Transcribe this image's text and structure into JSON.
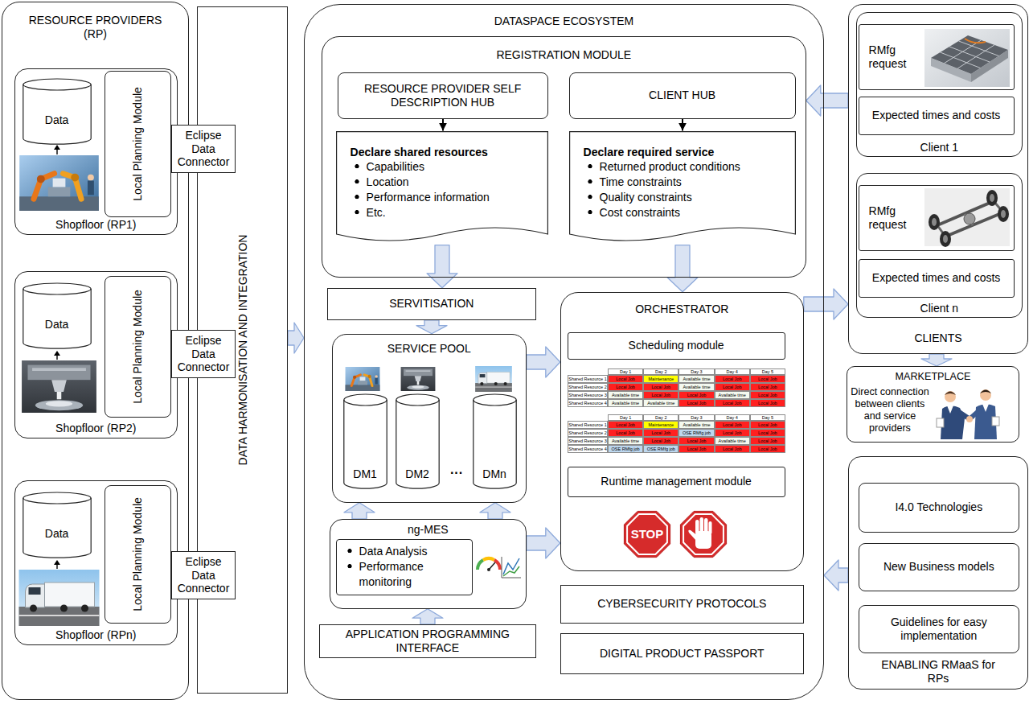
{
  "diagram": {
    "nodes": [
      {
        "text": [
          "RESOURCE PROVIDERS (RP)"
        ]
      },
      {
        "text": [
          "Shopfloor (RP1)"
        ],
        "in": 0
      },
      {
        "text": [
          "Data"
        ],
        "in": 1
      },
      {
        "text": [
          "Local Planning Module"
        ],
        "in": 1
      },
      {
        "text": [
          "Eclipse Data Connector"
        ]
      },
      {
        "text": [
          "Shopfloor (RP2)"
        ],
        "in": 0
      },
      {
        "text": [
          "Data"
        ],
        "in": 5
      },
      {
        "text": [
          "Local Planning Module"
        ],
        "in": 5
      },
      {
        "text": [
          "Eclipse Data Connector"
        ]
      },
      {
        "text": [
          "Shopfloor (RPn)"
        ],
        "in": 0
      },
      {
        "text": [
          "Data"
        ],
        "in": 9
      },
      {
        "text": [
          "Local Planning Module"
        ],
        "in": 9
      },
      {
        "text": [
          "Eclipse Data Connector"
        ]
      },
      {
        "text": [
          "DATA HARMONISATION AND INTEGRATION"
        ]
      },
      {
        "text": [
          "DATASPACE ECOSYSTEM"
        ]
      },
      {
        "text": [
          "REGISTRATION MODULE"
        ],
        "in": 14
      },
      {
        "text": [
          "RESOURCE PROVIDER SELF DESCRIPTION HUB"
        ],
        "in": 15
      },
      {
        "text": [
          "CLIENT HUB"
        ],
        "in": 15
      },
      {
        "text": [
          "Declare shared resources",
          "Capabilities",
          "Location",
          "Performance information",
          "Etc."
        ],
        "in": 15
      },
      {
        "text": [
          "Declare required service",
          "Returned product conditions",
          "Time constraints",
          "Quality constraints",
          "Cost constraints"
        ],
        "in": 15
      },
      {
        "text": [
          "SERVITISATION"
        ],
        "in": 14
      },
      {
        "text": [
          "SERVICE POOL"
        ],
        "in": 14
      },
      {
        "text": [
          "DM1"
        ],
        "in": 21
      },
      {
        "text": [
          "DM2"
        ],
        "in": 21
      },
      {
        "text": [
          "DMn"
        ],
        "in": 21
      },
      {
        "text": [
          "ORCHESTRATOR"
        ],
        "in": 14
      },
      {
        "text": [
          "Scheduling module"
        ],
        "in": 25
      },
      {
        "text": [
          "Runtime management module"
        ],
        "in": 25
      },
      {
        "text": [
          "ng-MES"
        ],
        "in": 14
      },
      {
        "text": [
          "Data Analysis",
          "Performance monitoring"
        ],
        "in": 28
      },
      {
        "text": [
          "APPLICATION PROGRAMMING INTERFACE"
        ],
        "in": 14
      },
      {
        "text": [
          "CYBERSECURITY PROTOCOLS"
        ],
        "in": 14
      },
      {
        "text": [
          "DIGITAL PRODUCT PASSPORT"
        ],
        "in": 14
      },
      {
        "text": [
          "CLIENTS"
        ]
      },
      {
        "text": [
          "Client 1"
        ],
        "in": 33
      },
      {
        "text": [
          "RMfg request"
        ],
        "in": 34
      },
      {
        "text": [
          "Expected times and costs"
        ],
        "in": 34
      },
      {
        "text": [
          "Client n"
        ],
        "in": 33
      },
      {
        "text": [
          "RMfg request"
        ],
        "in": 37
      },
      {
        "text": [
          "Expected times and costs"
        ],
        "in": 37
      },
      {
        "text": [
          "MARKETPLACE",
          "Direct connection between clients and service providers"
        ]
      },
      {
        "text": [
          "ENABLING RMaaS for RPs"
        ]
      },
      {
        "text": [
          "I4.0 Technologies"
        ],
        "in": 41
      },
      {
        "text": [
          "New Business models"
        ],
        "in": 41
      },
      {
        "text": [
          "Guidelines for easy implementation"
        ],
        "in": 41
      }
    ],
    "edges": [
      {
        "from": 13,
        "to": 14,
        "arrow": "to"
      },
      {
        "from": 16,
        "to": 18,
        "arrow": "to"
      },
      {
        "from": 17,
        "to": 19,
        "arrow": "to"
      },
      {
        "from": 18,
        "to": 20,
        "arrow": "to"
      },
      {
        "from": 20,
        "to": 21,
        "arrow": "to"
      },
      {
        "from": 19,
        "to": 25,
        "arrow": "to"
      },
      {
        "from": 21,
        "to": 25,
        "arrow": "to"
      },
      {
        "from": 28,
        "to": 21,
        "arrow": "to"
      },
      {
        "from": 28,
        "to": 21,
        "arrow": "to"
      },
      {
        "from": 28,
        "to": 25,
        "arrow": "to"
      },
      {
        "from": 30,
        "to": 28,
        "arrow": "to"
      },
      {
        "from": 33,
        "to": 15,
        "arrow": "to"
      },
      {
        "from": 25,
        "to": 33,
        "arrow": "to"
      },
      {
        "from": 33,
        "to": 40,
        "arrow": "to"
      },
      {
        "from": 41,
        "to": 14,
        "arrow": "to"
      }
    ],
    "labels": [
      "···",
      "Day 1",
      "Day 2",
      "Day 3",
      "Day 4",
      "Day 5",
      "Shared Resource 1",
      "Local Job",
      "Maintenance",
      "Available time",
      "Local Job",
      "Local Job",
      "Shared Resource 2",
      "Local Job",
      "Local Job",
      "Available time",
      "Local Job",
      "Local Job",
      "Shared Resource 3",
      "Available time",
      "Local Job",
      "Local Job",
      "Available time",
      "Local Job",
      "Shared Resource 4",
      "Available time",
      "Available time",
      "Local Job",
      "Local Job",
      "Local Job",
      "Day 1",
      "Day 2",
      "Day 3",
      "Day 4",
      "Day 5",
      "Shared Resource 1",
      "Local Job",
      "Maintenance",
      "Available time",
      "Local Job",
      "Local Job",
      "Shared Resource 2",
      "Local Job",
      "Local Job",
      "OSE RMfg job",
      "Local Job",
      "Local Job",
      "Shared Resource 3",
      "Available time",
      "Local Job",
      "Local Job",
      "Available time",
      "Local Job",
      "Shared Resource 4",
      "OSE RMfg job",
      "OSE RMfg job",
      "Local Job",
      "Local Job",
      "Local Job",
      "STOP"
    ]
  }
}
